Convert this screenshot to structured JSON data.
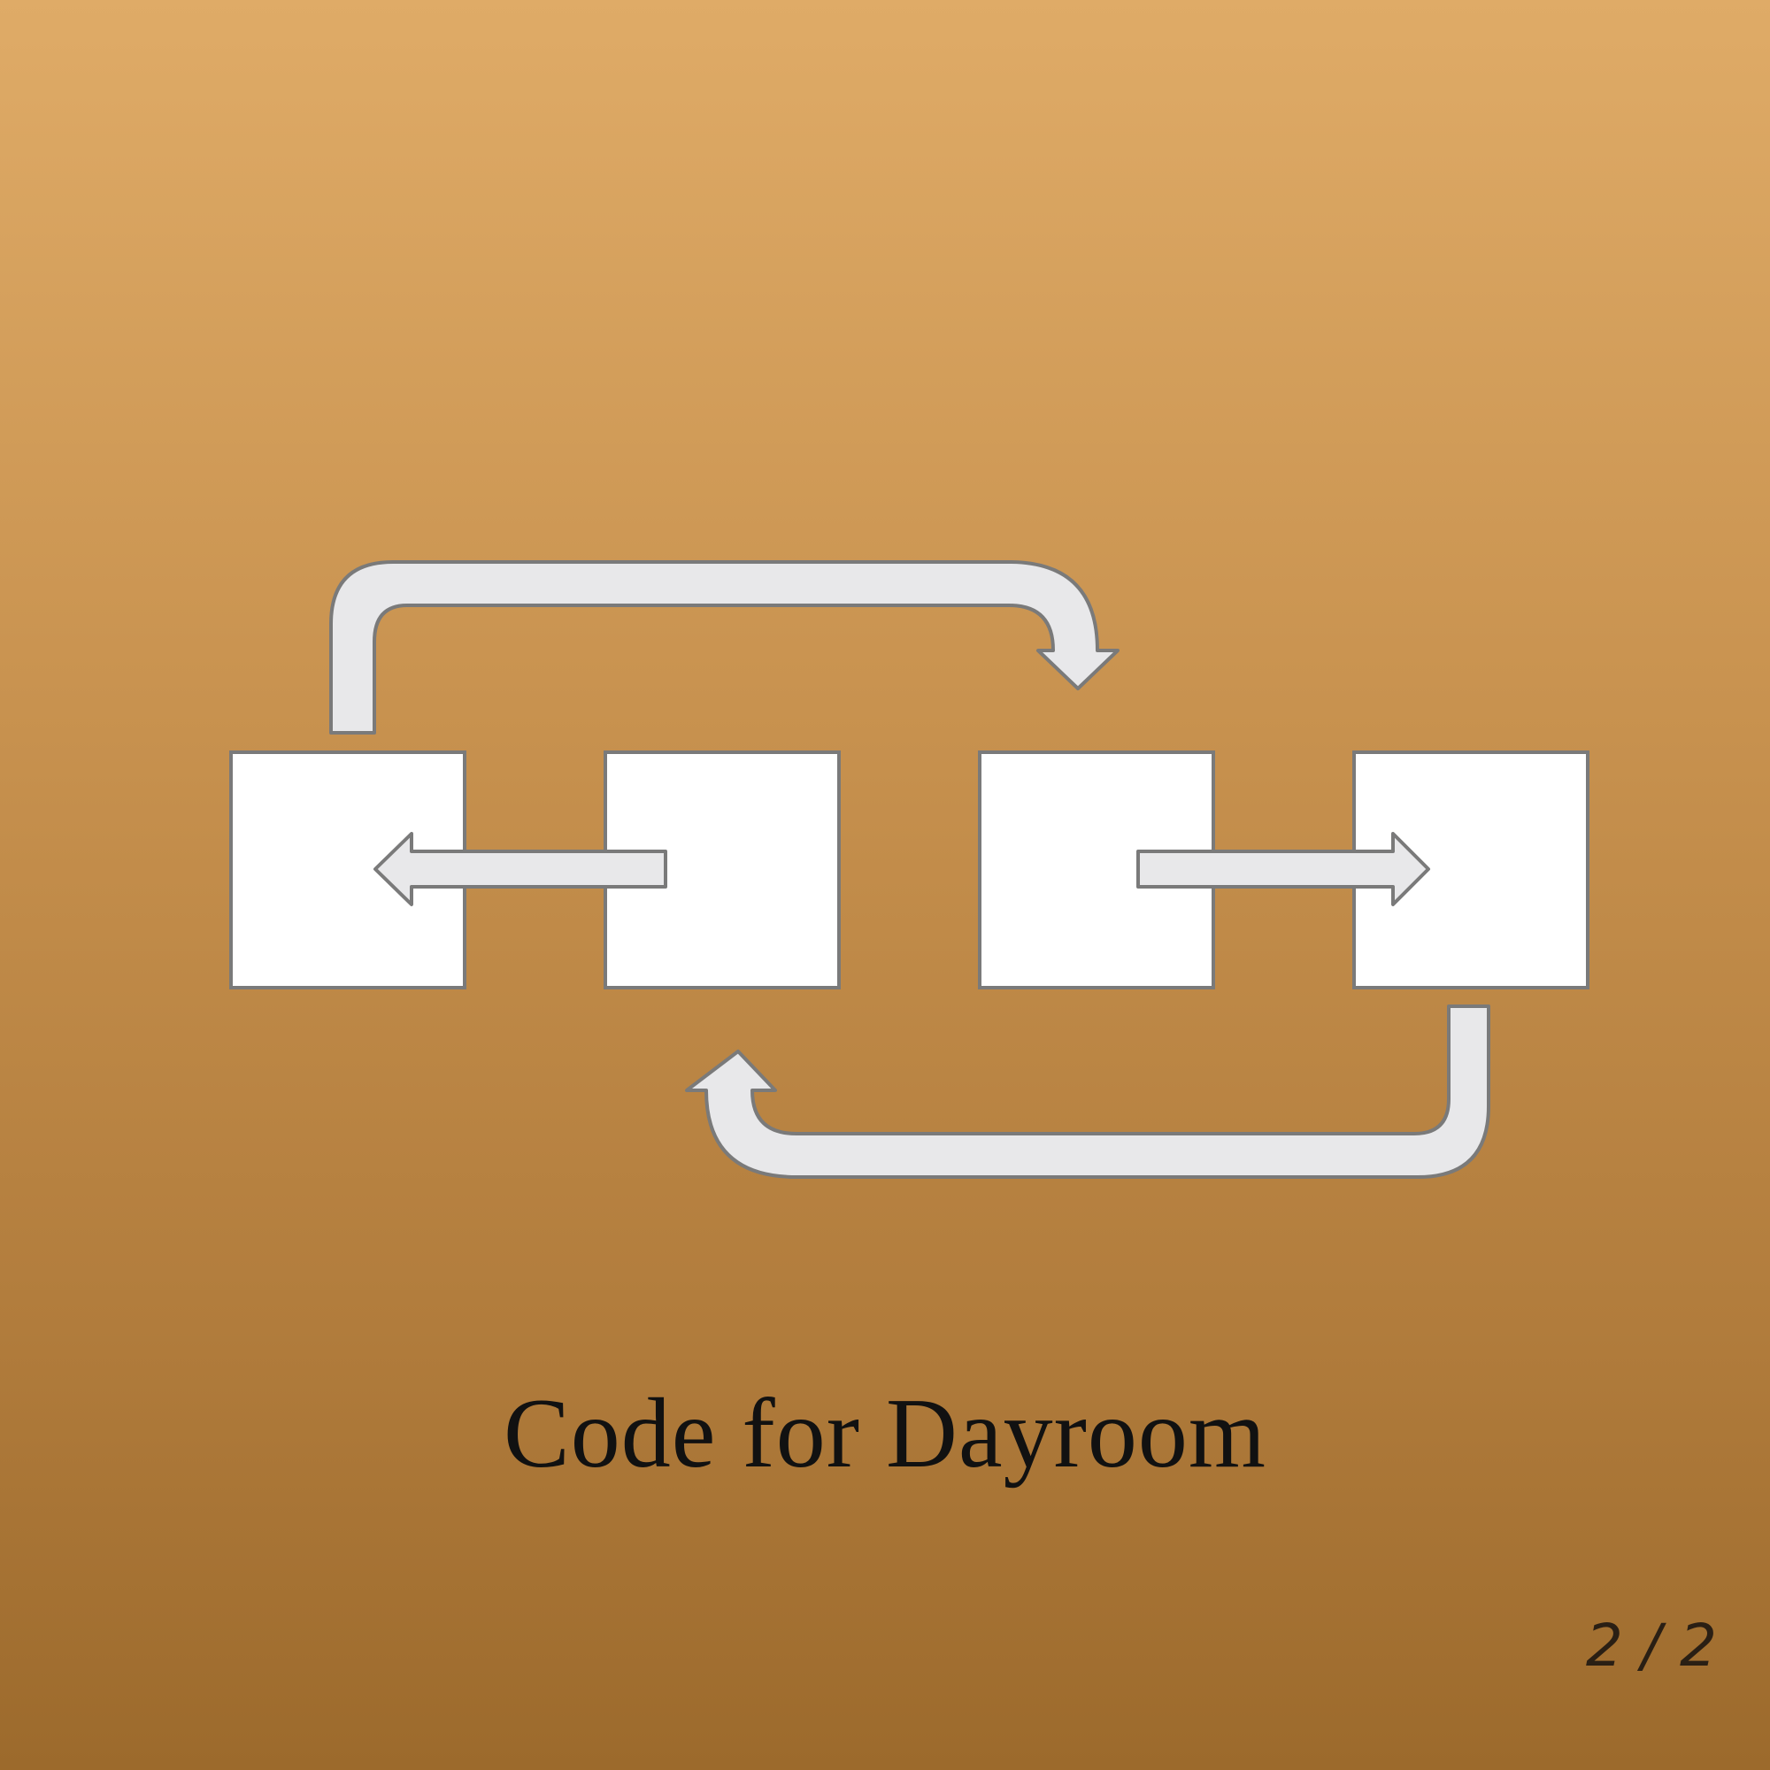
{
  "title": "Code for Dayroom",
  "page_indicator": "2 / 2",
  "colors": {
    "background_top": "#dfab67",
    "background_bottom": "#9c6a2c",
    "box_fill": "#ffffff",
    "arrow_fill": "#e8e8ea",
    "outline": "#7a7a7a",
    "text": "#111111"
  },
  "diagram": {
    "boxes": [
      {
        "id": "box-1"
      },
      {
        "id": "box-2"
      },
      {
        "id": "box-3"
      },
      {
        "id": "box-4"
      }
    ],
    "arrows": [
      {
        "id": "arrow-box2-to-box1",
        "from": "box-2",
        "to": "box-1",
        "direction": "left"
      },
      {
        "id": "arrow-box3-to-box4",
        "from": "box-3",
        "to": "box-4",
        "direction": "right"
      },
      {
        "id": "arrow-box1-to-box3",
        "from": "box-1",
        "to": "box-3",
        "direction": "over-top"
      },
      {
        "id": "arrow-box4-to-box2",
        "from": "box-4",
        "to": "box-2",
        "direction": "under-bottom"
      }
    ]
  }
}
